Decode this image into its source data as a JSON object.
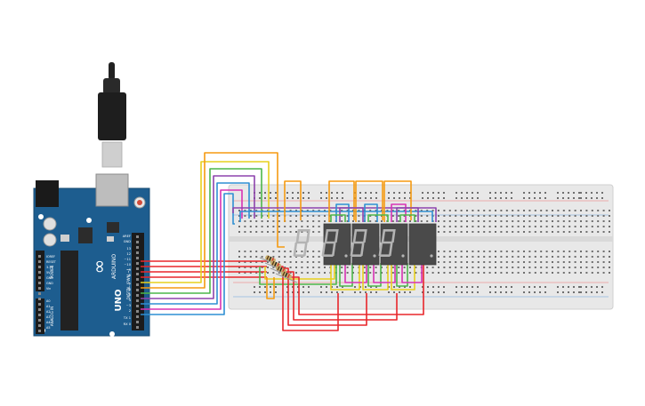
{
  "arduino": {
    "brand": "ARDUINO",
    "model": "UNO",
    "logo_symbol": "∞",
    "header_aref": "AREF",
    "header_gnd": "GND",
    "header_digital": "DIGITAL (PWM ~)",
    "pin_13": "13",
    "pin_12": "12",
    "pin_11": "~11",
    "pin_10": "~10",
    "pin_9": "~9",
    "pin_8": "8",
    "pin_7": "7",
    "pin_6": "~6",
    "pin_5": "~5",
    "pin_4": "4",
    "pin_3": "~3",
    "pin_2": "2",
    "pin_1": "TX 1",
    "pin_0": "RX 0",
    "power_label": "POWER",
    "analog_label": "ANALOG IN",
    "power_ioref": "IOREF",
    "power_reset": "RESET",
    "power_3v3": "3.3V",
    "power_5v": "5V",
    "power_gnd1": "GND",
    "power_gnd2": "GND",
    "power_vin": "Vin",
    "analog_a0": "A0",
    "analog_a1": "A1",
    "analog_a2": "A2",
    "analog_a3": "A3",
    "analog_a4": "A4",
    "analog_a5": "A5"
  },
  "display": {
    "digits": [
      "8.",
      "8.",
      "8.",
      "8."
    ]
  },
  "colors": {
    "board_blue": "#1d5d8f",
    "breadboard": "#e6e6e6",
    "wire_red": "#e8262b",
    "wire_orange": "#f59a11",
    "wire_yellow": "#e7d01e",
    "wire_green": "#4cb74a",
    "wire_blue": "#2f8fd3",
    "wire_purple": "#8e44ad",
    "wire_magenta": "#d832b4",
    "display_body": "#4a4a4a",
    "segment_off": "#b3b3b3"
  }
}
